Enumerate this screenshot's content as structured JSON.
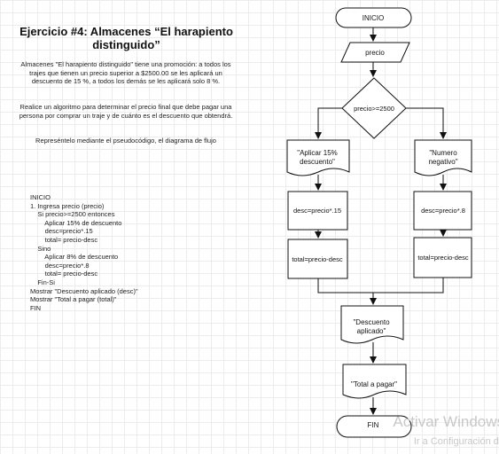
{
  "text_block": {
    "title": "Ejercicio #4: Almacenes “El harapiento distinguido”",
    "paragraph1": "Almacenes \"El harapiento distinguido\" tiene una promoción: a todos los trajes que tienen un precio superior a $2500.00 se les aplicará un descuento de 15 %, a todos los demás se les aplicará solo 8 %.",
    "paragraph2": "Realice un algoritmo para determinar el precio final que debe pagar una persona por comprar un traje y de cuánto es el descuento que obtendrá.",
    "paragraph3": "Represéntelo mediante el pseudocódigo, el diagrama de flujo"
  },
  "pseudocode": [
    "INICIO",
    "1. Ingresa precio (precio)",
    "    Si precio>=2500 entonces",
    "        Aplicar 15% de descuento",
    "        desc=precio*.15",
    "        total= precio-desc",
    "    Sino",
    "        Aplicar 8% de descuento",
    "        desc=precio*.8",
    "        total= precio-desc",
    "    Fin-Si",
    "Mostrar \"Descuento aplicado (desc)\"",
    "Mostrar \"Total a pagar (total)\"",
    "FIN"
  ],
  "flowchart": {
    "start": "INICIO",
    "input": "precio",
    "decision": "precio>=2500",
    "left_doc_line1": "\"Aplicar 15%",
    "left_doc_line2": "descuento\"",
    "right_doc_line1": "\"Numero",
    "right_doc_line2": "negativo\"",
    "left_process1": "desc=precio*.15",
    "left_process2": "total=precio-desc",
    "right_process1": "desc=precio*.8",
    "right_process2": "total=precio-desc",
    "out1_line1": "\"Descuento",
    "out1_line2": "aplicado\"",
    "out2": "\"Total a pagar\"",
    "end": "FIN"
  },
  "watermark": {
    "line1": "Activar Windows",
    "line2": "Ir a Configuración de"
  }
}
